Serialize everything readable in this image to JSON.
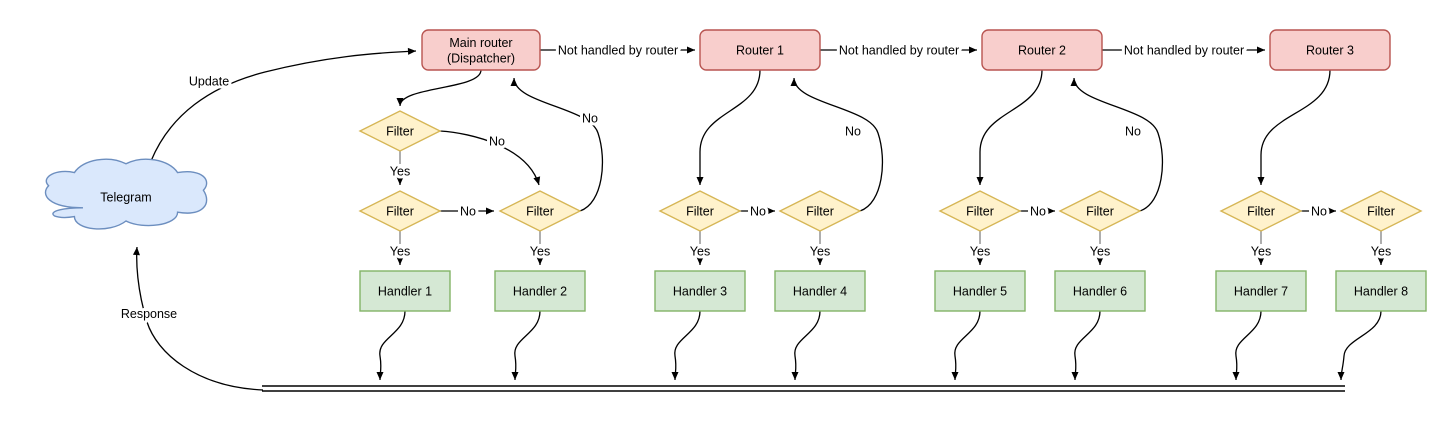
{
  "colors": {
    "router-fill": "#f8cecc",
    "router-stroke": "#b85450",
    "filter-fill": "#fff2cc",
    "filter-stroke": "#d6b656",
    "handler-fill": "#d5e8d4",
    "handler-stroke": "#82b366",
    "cloud-fill": "#dae8fc",
    "cloud-stroke": "#6c8ebf",
    "edge": "#000000",
    "stub": "#999999",
    "text": "#000000"
  },
  "nodes": {
    "telegram": "Telegram",
    "main_router_line1": "Main router",
    "main_router_line2": "(Dispatcher)",
    "routers": [
      "Router 1",
      "Router 2",
      "Router 3"
    ],
    "filter": "Filter",
    "handlers": [
      "Handler 1",
      "Handler 2",
      "Handler 3",
      "Handler 4",
      "Handler 5",
      "Handler 6",
      "Handler 7",
      "Handler 8"
    ]
  },
  "edges": {
    "update": "Update",
    "response": "Response",
    "not_handled": "Not handled by router",
    "yes": "Yes",
    "no": "No"
  }
}
